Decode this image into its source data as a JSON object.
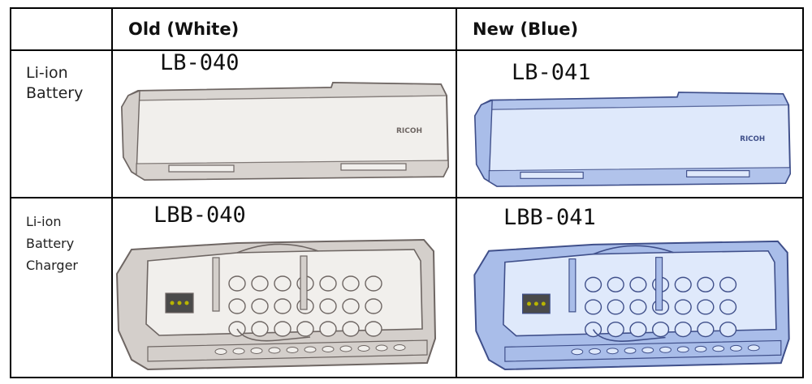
{
  "table": {
    "headers": [
      "",
      "Old (White)",
      "New (Blue)"
    ],
    "rows": [
      {
        "label": [
          "Li-ion",
          "Battery"
        ],
        "old_model": "LB-040",
        "new_model": "LB-041",
        "stamp": "RICOH"
      },
      {
        "label": [
          "Li-ion",
          "Battery",
          "Charger"
        ],
        "old_model": "LBB-040",
        "new_model": "LBB-041"
      }
    ]
  },
  "colors": {
    "old_fill": "#f1efec",
    "old_shade": "#d4cfcb",
    "old_stroke": "#6e6663",
    "new_fill": "#dfe9fb",
    "new_shade": "#a9bde9",
    "new_stroke": "#3f4f8a"
  }
}
